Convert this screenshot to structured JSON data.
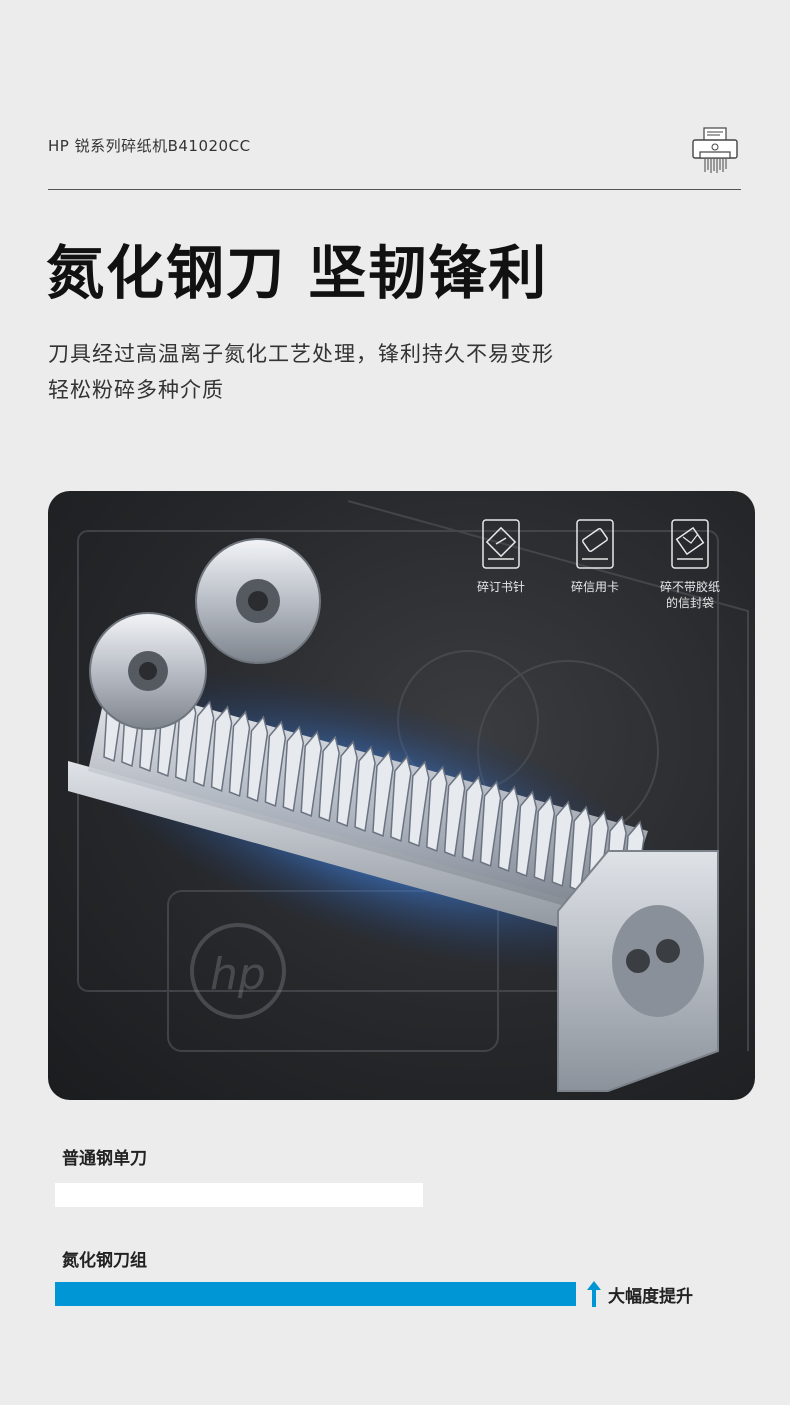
{
  "header": {
    "product_name": "HP 锐系列碎纸机B41020CC",
    "icon": "shredder-icon"
  },
  "main": {
    "title": "氮化钢刀 坚韧锋利",
    "description_line1": "刀具经过高温离子氮化工艺处理，锋利持久不易变形",
    "description_line2": "轻松粉碎多种介质"
  },
  "features": [
    {
      "label_line1": "碎订书针",
      "label_line2": "",
      "icon": "staple-icon"
    },
    {
      "label_line1": "碎信用卡",
      "label_line2": "",
      "icon": "credit-card-icon"
    },
    {
      "label_line1": "碎不带胶纸",
      "label_line2": "的信封袋",
      "icon": "envelope-icon"
    }
  ],
  "comparison": {
    "ordinary_label": "普通钢单刀",
    "nitride_label": "氮化钢刀组",
    "improvement_label": "大幅度提升",
    "ordinary_color": "#ffffff",
    "nitride_color": "#0095d4",
    "arrow_color": "#0095d4"
  }
}
